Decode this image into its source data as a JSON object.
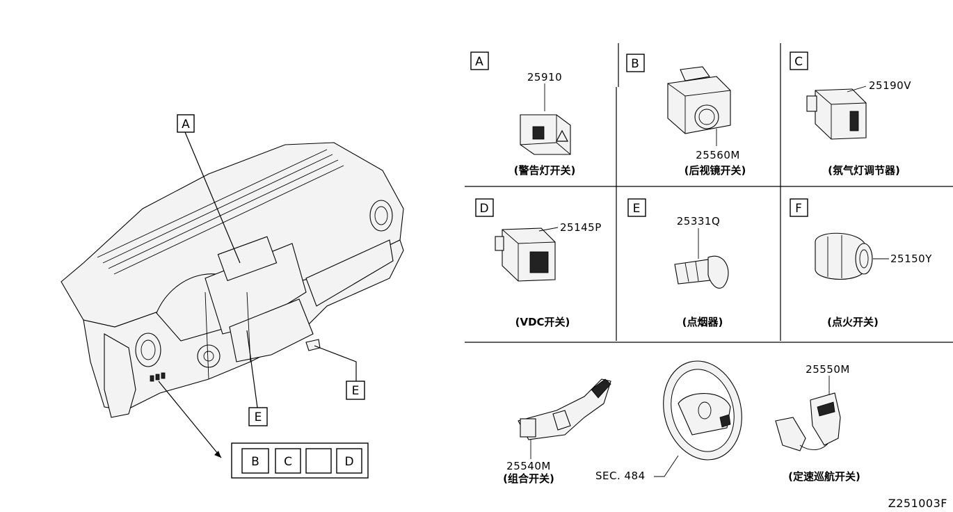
{
  "diagram": {
    "overview": {
      "callouts": [
        "A",
        "E",
        "E"
      ],
      "switch_strip": [
        "B",
        "C",
        "",
        "D"
      ]
    },
    "cells": [
      {
        "letter": "A",
        "part_no": "25910",
        "caption": "(警告灯开关)"
      },
      {
        "letter": "B",
        "part_no": "25560M",
        "caption": "(后视镜开关)"
      },
      {
        "letter": "C",
        "part_no": "25190V",
        "caption": "(氛气灯调节器)"
      },
      {
        "letter": "D",
        "part_no": "25145P",
        "caption": "(VDC开关)"
      },
      {
        "letter": "E",
        "part_no": "25331Q",
        "caption": "(点烟器)"
      },
      {
        "letter": "F",
        "part_no": "25150Y",
        "caption": "(点火开关)"
      }
    ],
    "bottom": [
      {
        "part_no": "25540M",
        "caption": "(组合开关)"
      },
      {
        "part_no": "SEC. 484",
        "caption": ""
      },
      {
        "part_no": "25550M",
        "caption": "(定速巡航开关)"
      }
    ],
    "drawing_code": "Z251003F"
  }
}
